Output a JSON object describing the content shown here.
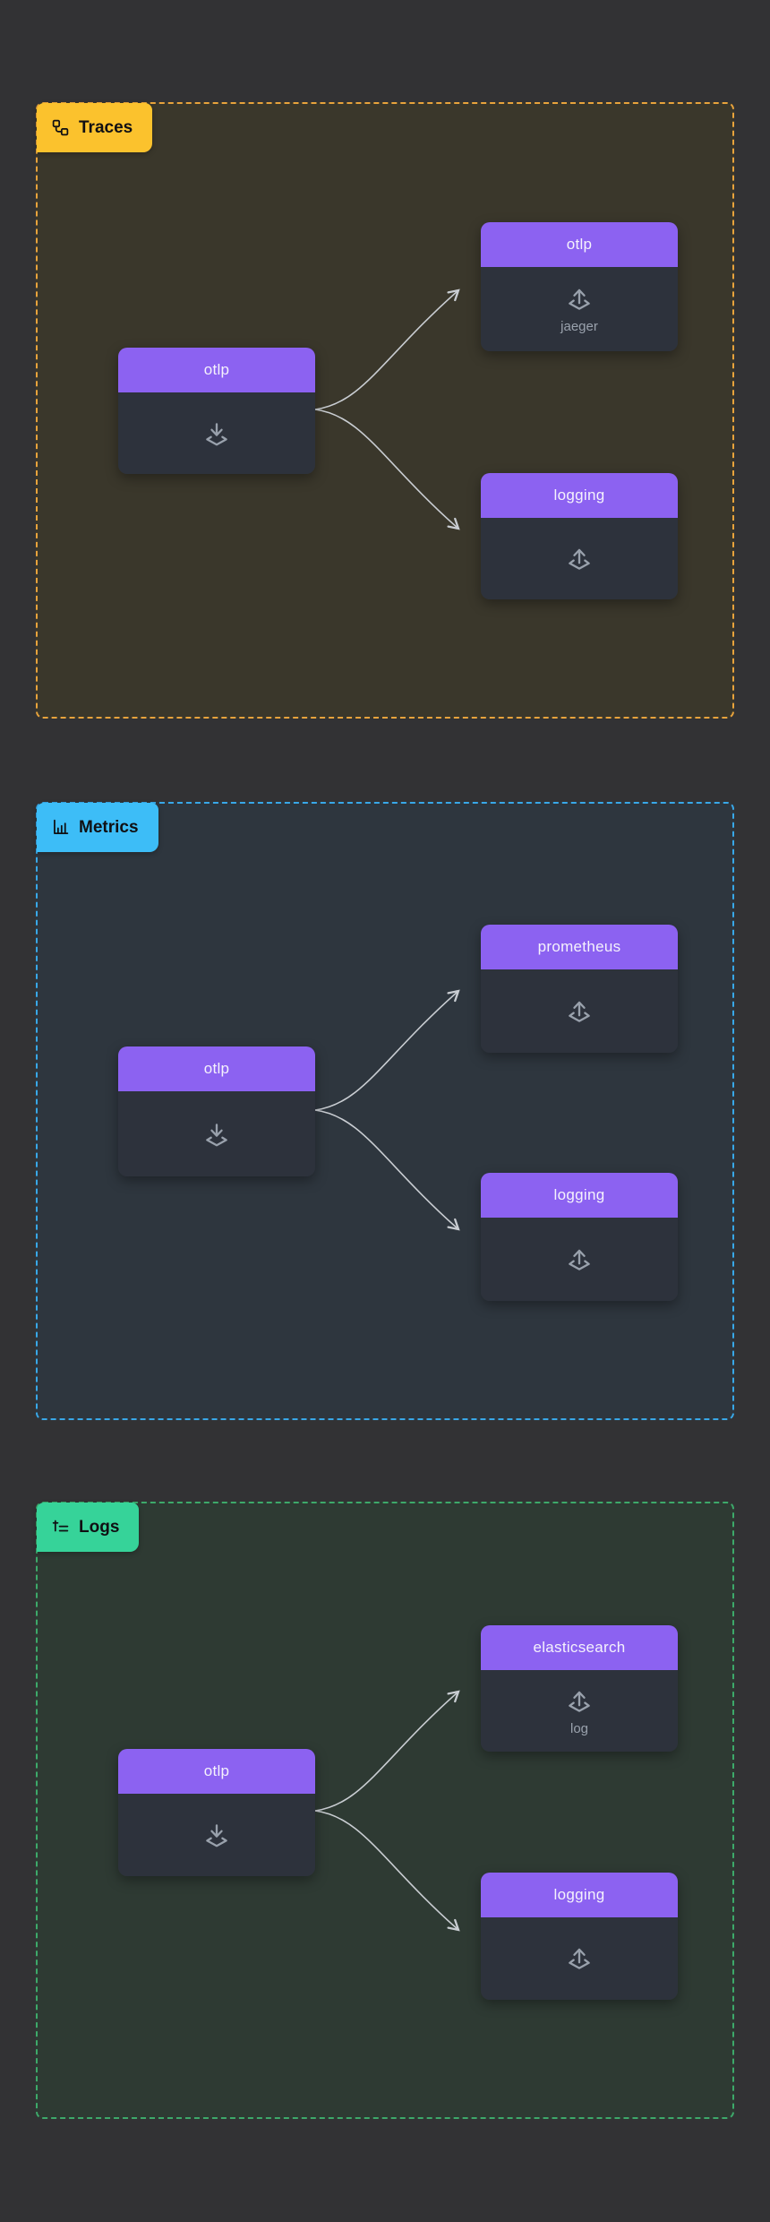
{
  "canvas": {
    "background": "#323234"
  },
  "node_style": {
    "header_color": "#8C62F1",
    "body_color": "#2D323C",
    "edge_color": "#C9CDD2"
  },
  "sections": [
    {
      "label": "Traces",
      "icon": "traces-icon",
      "badge_color": "#FBC22D",
      "border_color": "#E8A33C",
      "bg": "#3A372B",
      "nodes": [
        {
          "role": "receiver",
          "label": "otlp",
          "sublabel": ""
        },
        {
          "role": "exporter",
          "label": "otlp",
          "sublabel": "jaeger"
        },
        {
          "role": "exporter",
          "label": "logging",
          "sublabel": ""
        }
      ]
    },
    {
      "label": "Metrics",
      "icon": "metrics-icon",
      "badge_color": "#3DBDF7",
      "border_color": "#38A8E8",
      "bg": "#2E363E",
      "nodes": [
        {
          "role": "receiver",
          "label": "otlp",
          "sublabel": ""
        },
        {
          "role": "exporter",
          "label": "prometheus",
          "sublabel": ""
        },
        {
          "role": "exporter",
          "label": "logging",
          "sublabel": ""
        }
      ]
    },
    {
      "label": "Logs",
      "icon": "logs-icon",
      "badge_color": "#36D399",
      "border_color": "#3DA96A",
      "bg": "#2E3A33",
      "nodes": [
        {
          "role": "receiver",
          "label": "otlp",
          "sublabel": ""
        },
        {
          "role": "exporter",
          "label": "elasticsearch",
          "sublabel": "log"
        },
        {
          "role": "exporter",
          "label": "logging",
          "sublabel": ""
        }
      ]
    }
  ]
}
